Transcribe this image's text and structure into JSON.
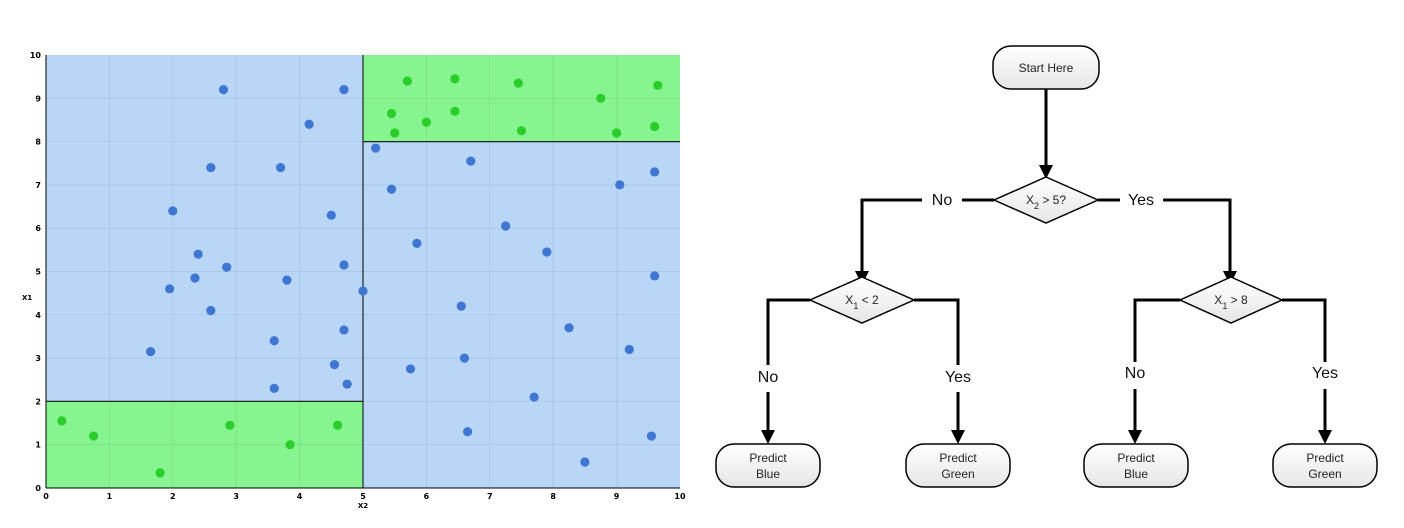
{
  "chart_data": {
    "type": "scatter",
    "title": "",
    "xlabel": "X2",
    "ylabel": "X1",
    "xlim": [
      0,
      10
    ],
    "ylim": [
      0,
      10
    ],
    "xticks": [
      "0",
      "1",
      "2",
      "3",
      "4",
      "5",
      "6",
      "7",
      "8",
      "9",
      "10"
    ],
    "yticks": [
      "0",
      "1",
      "2",
      "3",
      "4",
      "5",
      "6",
      "7",
      "8",
      "9",
      "10"
    ],
    "grid": true,
    "regions": [
      {
        "label": "blue-region",
        "x": [
          0,
          10
        ],
        "y": [
          0,
          10
        ],
        "color": "#b9d6f7"
      },
      {
        "label": "green-region-bottom-left",
        "x": [
          0,
          5
        ],
        "y": [
          0,
          2
        ],
        "color": "#86f58f"
      },
      {
        "label": "green-region-top-right",
        "x": [
          5,
          10
        ],
        "y": [
          8,
          10
        ],
        "color": "#86f58f"
      }
    ],
    "boundaries": [
      {
        "x": [
          5,
          5
        ],
        "y": [
          0,
          10
        ]
      },
      {
        "x": [
          0,
          5
        ],
        "y": [
          2,
          2
        ]
      },
      {
        "x": [
          5,
          10
        ],
        "y": [
          8,
          8
        ]
      }
    ],
    "series": [
      {
        "color": "#3f76d1",
        "points": [
          [
            2.8,
            9.2
          ],
          [
            4.7,
            9.2
          ],
          [
            4.15,
            8.4
          ],
          [
            2.6,
            7.4
          ],
          [
            3.7,
            7.4
          ],
          [
            2.0,
            6.4
          ],
          [
            4.5,
            6.3
          ],
          [
            2.4,
            5.4
          ],
          [
            2.85,
            5.1
          ],
          [
            4.7,
            5.15
          ],
          [
            2.35,
            4.85
          ],
          [
            3.8,
            4.8
          ],
          [
            1.95,
            4.6
          ],
          [
            5.0,
            4.55
          ],
          [
            2.6,
            4.1
          ],
          [
            4.7,
            3.65
          ],
          [
            3.6,
            3.4
          ],
          [
            1.65,
            3.15
          ],
          [
            4.55,
            2.85
          ],
          [
            4.75,
            2.4
          ],
          [
            3.6,
            2.3
          ],
          [
            5.2,
            7.85
          ],
          [
            6.7,
            7.55
          ],
          [
            5.45,
            6.9
          ],
          [
            9.05,
            7.0
          ],
          [
            9.6,
            7.3
          ],
          [
            7.25,
            6.05
          ],
          [
            5.85,
            5.65
          ],
          [
            7.9,
            5.45
          ],
          [
            9.6,
            4.9
          ],
          [
            6.55,
            4.2
          ],
          [
            8.25,
            3.7
          ],
          [
            9.2,
            3.2
          ],
          [
            6.6,
            3.0
          ],
          [
            5.75,
            2.75
          ],
          [
            7.7,
            2.1
          ],
          [
            6.65,
            1.3
          ],
          [
            9.55,
            1.2
          ],
          [
            8.5,
            0.6
          ]
        ]
      },
      {
        "color": "#2bcd2b",
        "points": [
          [
            0.25,
            1.55
          ],
          [
            0.75,
            1.2
          ],
          [
            2.9,
            1.45
          ],
          [
            3.85,
            1.0
          ],
          [
            4.6,
            1.45
          ],
          [
            1.8,
            0.35
          ],
          [
            5.7,
            9.4
          ],
          [
            6.45,
            9.45
          ],
          [
            7.45,
            9.35
          ],
          [
            9.65,
            9.3
          ],
          [
            8.75,
            9.0
          ],
          [
            5.45,
            8.65
          ],
          [
            6.45,
            8.7
          ],
          [
            6.0,
            8.45
          ],
          [
            5.5,
            8.2
          ],
          [
            7.5,
            8.25
          ],
          [
            9.0,
            8.2
          ],
          [
            9.6,
            8.35
          ]
        ]
      }
    ]
  },
  "diagram": {
    "nodes": {
      "start": "Start Here",
      "root": {
        "var": "X",
        "sub": "2",
        "rest": " > 5?"
      },
      "left": {
        "var": "X",
        "sub": "1",
        "rest": " < 2"
      },
      "right": {
        "var": "X",
        "sub": "1",
        "rest": " > 8"
      },
      "leaf1": [
        "Predict",
        "Blue"
      ],
      "leaf2": [
        "Predict",
        "Green"
      ],
      "leaf3": [
        "Predict",
        "Blue"
      ],
      "leaf4": [
        "Predict",
        "Green"
      ]
    },
    "edges": {
      "root_no": "No",
      "root_yes": "Yes",
      "left_no": "No",
      "left_yes": "Yes",
      "right_no": "No",
      "right_yes": "Yes"
    }
  }
}
